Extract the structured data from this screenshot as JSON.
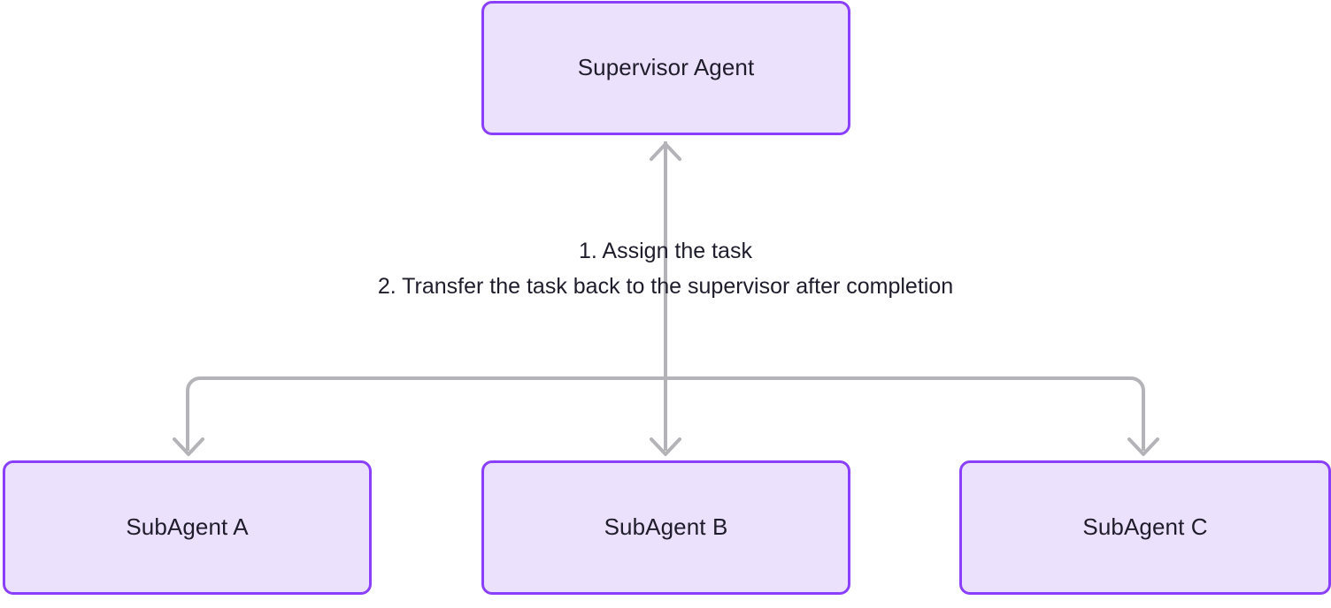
{
  "diagram": {
    "title_text": "Supervisor Agent",
    "background_color": "#ffffff",
    "node_fill_color": "#ece1fd",
    "node_border_color": "#8a3ffc",
    "node_text_color": "#1f1c2b",
    "edge_color": "#b3b3b8",
    "nodes": [
      {
        "id": "supervisor",
        "label": "Supervisor Agent"
      },
      {
        "id": "sub_a",
        "label": "SubAgent A"
      },
      {
        "id": "sub_b",
        "label": "SubAgent B"
      },
      {
        "id": "sub_c",
        "label": "SubAgent C"
      }
    ],
    "edge_label": {
      "line1": "1. Assign the task",
      "line2": "2. Transfer the task back to the supervisor after completion"
    }
  }
}
